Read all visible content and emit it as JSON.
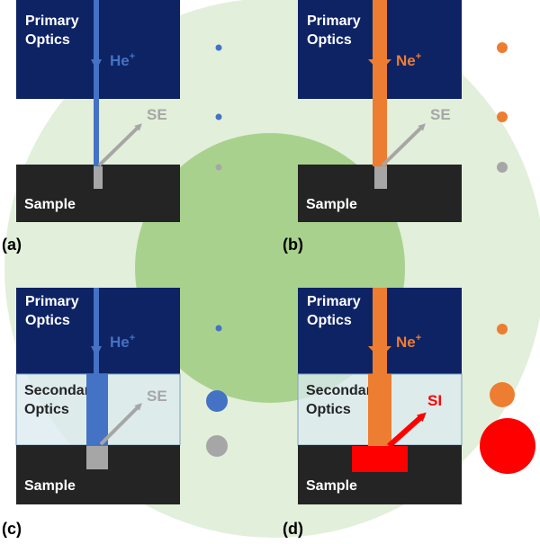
{
  "labels": {
    "primary_line1": "Primary",
    "primary_line2": "Optics",
    "secondary_line1": "Secondary",
    "secondary_line2": "Optics",
    "sample": "Sample",
    "ion_he": "He",
    "ion_ne": "Ne",
    "charge": "+",
    "se": "SE",
    "si": "SI"
  },
  "panels": {
    "a": "(a)",
    "b": "(b)",
    "c": "(c)",
    "d": "(d)"
  },
  "colors": {
    "outer_circle": "#e2efda",
    "inner_circle": "#a9d18e",
    "optics": "#0e2364",
    "sample": "#242424",
    "secondary_optics_fill": "#dbe9f0",
    "secondary_optics_stroke": "#7fa3bd",
    "he_beam": "#4472c4",
    "ne_beam": "#ed7d31",
    "se": "#a6a6a6",
    "si": "#ff0000",
    "white_text": "#ffffff",
    "black_text": "#000000"
  }
}
